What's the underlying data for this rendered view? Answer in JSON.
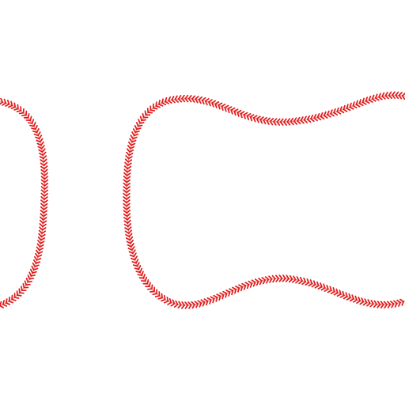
{
  "artwork": {
    "subject": "baseball-stitches",
    "background_color": "#ffffff",
    "stitch_color": "#e01919",
    "seam_color": "#f2a3a3",
    "seams": [
      {
        "id": "left-seam"
      },
      {
        "id": "right-seam"
      }
    ]
  }
}
